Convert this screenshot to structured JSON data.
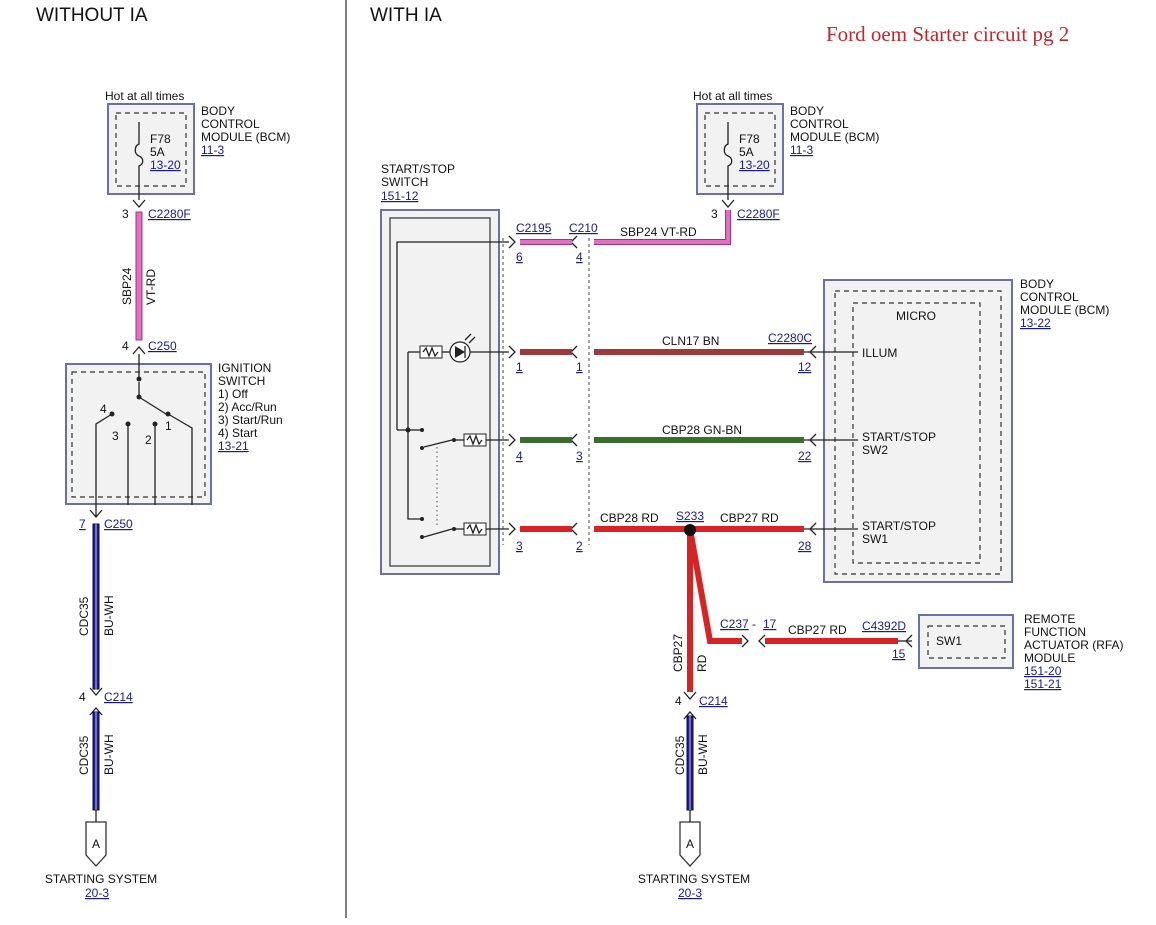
{
  "header": {
    "left_title": "WITHOUT IA",
    "right_title": "WITH IA",
    "caption": "Ford oem Starter circuit pg 2"
  },
  "colors": {
    "vt_rd": "#e070c0",
    "bu_wh": "#1c1c8c",
    "bn": "#a03a3a",
    "gn_bn": "#3a6e2c",
    "rd": "#d92222",
    "module_border": "#6e6ea8",
    "module_fill": "#f2f2f2",
    "link": "#1a1a8c",
    "caption": "#c0272d"
  },
  "left": {
    "hot": "Hot at all times",
    "bcm": {
      "l1": "BODY",
      "l2": "CONTROL",
      "l3": "MODULE (BCM)",
      "ref": "11-3"
    },
    "fuse": {
      "name": "F78",
      "amps": "5A",
      "ref": "13-20"
    },
    "c2280f": {
      "pin": "3",
      "name": "C2280F"
    },
    "wire1": {
      "circuit": "SBP24",
      "color": "VT-RD"
    },
    "c250_top": {
      "pin": "4",
      "name": "C250"
    },
    "ign": {
      "l1": "IGNITION",
      "l2": "SWITCH",
      "p1": "1) Off",
      "p2": "2) Acc/Run",
      "p3": "3) Start/Run",
      "p4": "4) Start",
      "ref": "13-21",
      "n1": "1",
      "n2": "2",
      "n3": "3",
      "n4": "4"
    },
    "c250_bot": {
      "pin": "7",
      "name": "C250"
    },
    "wire2": {
      "circuit": "CDC35",
      "color": "BU-WH"
    },
    "c214": {
      "pin": "4",
      "name": "C214"
    },
    "wire3": {
      "circuit": "CDC35",
      "color": "BU-WH"
    },
    "arrow": "A",
    "dest": "STARTING SYSTEM",
    "dest_ref": "20-3"
  },
  "right": {
    "ss": {
      "l1": "START/STOP",
      "l2": "SWITCH",
      "ref": "151-12"
    },
    "c2195": "C2195",
    "c210": "C210",
    "hot": "Hot at all times",
    "bcm_top": {
      "l1": "BODY",
      "l2": "CONTROL",
      "l3": "MODULE (BCM)",
      "ref": "11-3"
    },
    "fuse": {
      "name": "F78",
      "amps": "5A",
      "ref": "13-20"
    },
    "c2280f": {
      "pin": "3",
      "name": "C2280F"
    },
    "wire_top": {
      "label": "SBP24  VT-RD",
      "pin_left": "6",
      "pin_mid": "4"
    },
    "bcm": {
      "l1": "BODY",
      "l2": "CONTROL",
      "l3": "MODULE (BCM)",
      "ref": "13-22",
      "micro": "MICRO"
    },
    "illum": {
      "label": "CLN17  BN",
      "conn": "C2280C",
      "pin_left": "1",
      "pin_mid": "1",
      "pin_right": "12",
      "input": "ILLUM"
    },
    "sw2": {
      "label": "CBP28  GN-BN",
      "pin_left": "4",
      "pin_mid": "3",
      "pin_right": "22",
      "in1": "START/STOP",
      "in2": "SW2"
    },
    "sw1": {
      "label_left": "CBP28  RD",
      "splice": "S233",
      "label_right": "CBP27  RD",
      "pin_left": "3",
      "pin_mid": "2",
      "pin_right": "28",
      "in1": "START/STOP",
      "in2": "SW1"
    },
    "rfa_wire": {
      "conn1": "C237",
      "dash": "-",
      "pin": "17",
      "label": "CBP27  RD",
      "conn2": "C4392D",
      "pin2": "15"
    },
    "rfa": {
      "l1": "REMOTE",
      "l2": "FUNCTION",
      "l3": "ACTUATOR (RFA)",
      "l4": "MODULE",
      "ref1": "151-20",
      "ref2": "151-21",
      "sw": "SW1"
    },
    "vert": {
      "circuit": "CBP27",
      "color": "RD"
    },
    "c214": {
      "pin": "4",
      "name": "C214"
    },
    "wire_bot": {
      "circuit": "CDC35",
      "color": "BU-WH"
    },
    "arrow": "A",
    "dest": "STARTING SYSTEM",
    "dest_ref": "20-3"
  }
}
